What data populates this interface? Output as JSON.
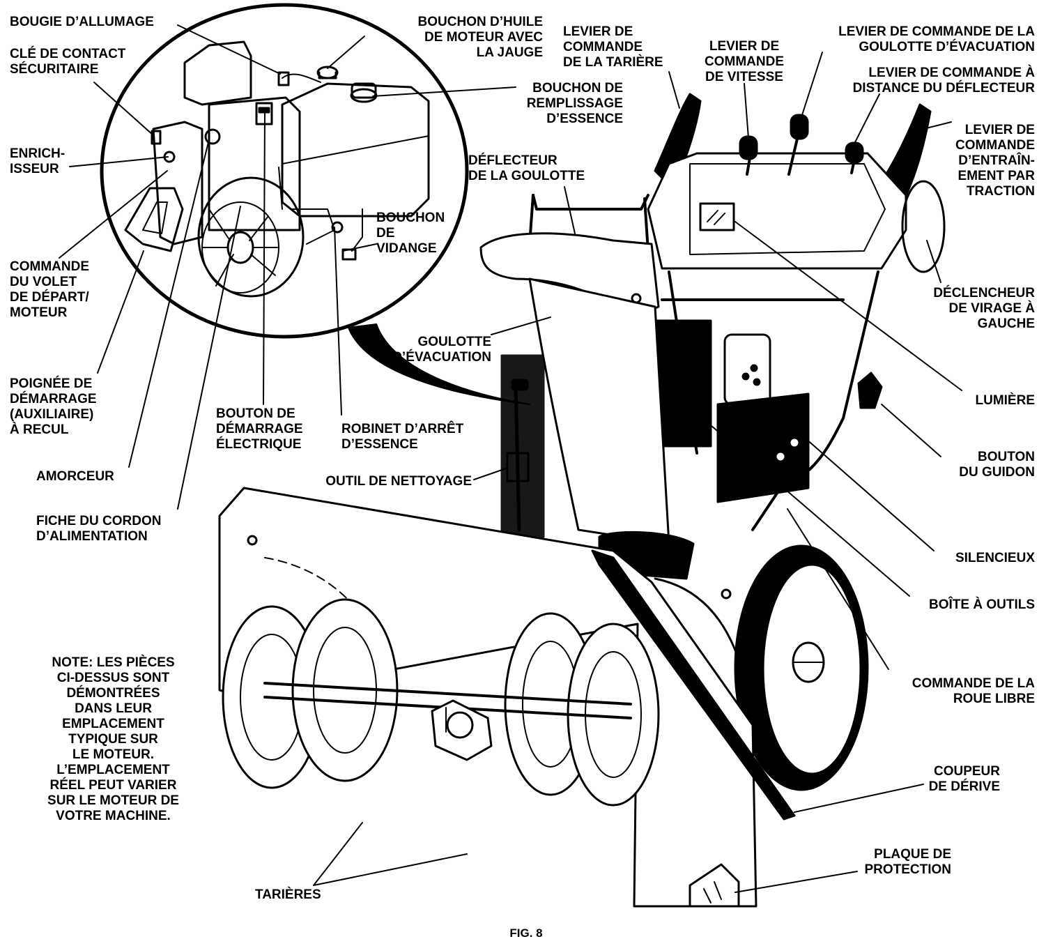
{
  "colors": {
    "ink": "#000000",
    "paper": "#ffffff"
  },
  "labels": {
    "bougie": "BOUGIE D’ALLUMAGE",
    "cle": "CLÉ DE CONTACT\nSÉCURITAIRE",
    "enrichisseur": "ENRICH-\nISSEUR",
    "commande_volet": "COMMANDE\nDU VOLET\nDE DÉPART/\nMOTEUR",
    "poignee": "POIGNÉE DE\nDÉMARRAGE\n(AUXILIAIRE)\nÀ RECUL",
    "amorceur": "AMORCEUR",
    "fiche": "FICHE DU CORDON\nD’ALIMENTATION",
    "bouchon_huile": "BOUCHON D’HUILE\nDE MOTEUR AVEC\nLA JAUGE",
    "bouchon_remplissage": "BOUCHON DE\nREMPLISSAGE\nD’ESSENCE",
    "bouchon_vidange": "BOUCHON\nDE\nVIDANGE",
    "bouton_demarrage": "BOUTON DE\nDÉMARRAGE\nÉLECTRIQUE",
    "robinet": "ROBINET D’ARRÊT\nD’ESSENCE",
    "levier_tariere": "LEVIER DE\nCOMMANDE\nDE LA TARIÈRE",
    "levier_vitesse": "LEVIER DE\nCOMMANDE\nDE VITESSE",
    "levier_goulotte": "LEVIER DE COMMANDE DE LA\nGOULOTTE D’ÉVACUATION",
    "levier_distance": "LEVIER DE COMMANDE À\nDISTANCE DU DÉFLECTEUR",
    "levier_traction": "LEVIER DE\nCOMMANDE\nD’ENTRAÎN-\nEMENT PAR\nTRACTION",
    "deflecteur": "DÉFLECTEUR\nDE LA GOULOTTE",
    "goulotte": "GOULOTTE\nD’ÉVACUATION",
    "outil": "OUTIL DE NETTOYAGE",
    "declencheur": "DÉCLENCHEUR\nDE VIRAGE À\nGAUCHE",
    "lumiere": "LUMIÈRE",
    "bouton_guidon": "BOUTON\nDU GUIDON",
    "silencieux": "SILENCIEUX",
    "boite": "BOÎTE À OUTILS",
    "roue_libre": "COMMANDE DE LA\nROUE LIBRE",
    "coupeur": "COUPEUR\nDE DÉRIVE",
    "plaque": "PLAQUE DE\nPROTECTION",
    "tarieres": "TARIÈRES",
    "note": "NOTE: LES PIÈCES\nCI-DESSUS SONT\nDÉMONTRÉES\nDANS LEUR\nEMPLACEMENT\nTYPIQUE SUR\nLE MOTEUR.\nL’EMPLACEMENT\nRÉEL PEUT VARIER\nSUR LE MOTEUR DE\nVOTRE MACHINE.",
    "fig": "FIG. 8"
  }
}
